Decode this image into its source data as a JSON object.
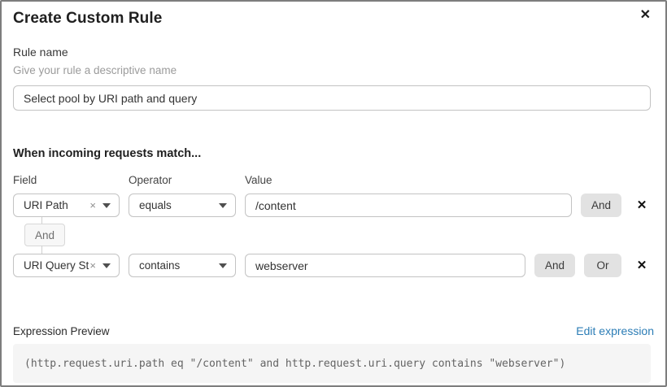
{
  "dialog": {
    "title": "Create Custom Rule",
    "close_icon": "✕"
  },
  "rule_name": {
    "label": "Rule name",
    "helper": "Give your rule a descriptive name",
    "value": "Select pool by URI path and query"
  },
  "match": {
    "heading": "When incoming requests match...",
    "columns": {
      "field": "Field",
      "operator": "Operator",
      "value": "Value"
    },
    "rows": [
      {
        "field": "URI Path",
        "operator": "equals",
        "value": "/content",
        "and_label": "And",
        "delete_icon": "✕",
        "clear_icon": "×"
      },
      {
        "field": "URI Query St...",
        "operator": "contains",
        "value": "webserver",
        "and_label": "And",
        "or_label": "Or",
        "delete_icon": "✕",
        "clear_icon": "×"
      }
    ],
    "connector": "And"
  },
  "expression": {
    "label": "Expression Preview",
    "edit_link": "Edit expression",
    "code": "(http.request.uri.path eq \"/content\" and http.request.uri.query contains \"webserver\")"
  },
  "colors": {
    "link_blue": "#2c7db6",
    "button_gray": "#e2e2e2",
    "code_background": "#f5f5f5"
  }
}
